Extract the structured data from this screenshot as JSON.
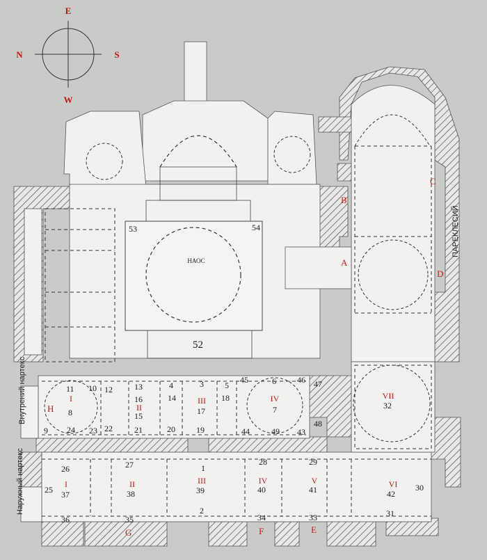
{
  "compass": {
    "north": "N",
    "south": "S",
    "east": "E",
    "west": "W"
  },
  "naos_label": "НАОС",
  "parekklesion_label": "ПАРЕКЛЕСИЙ",
  "inner_narthex_label": "Внутрений нартекс",
  "outer_narthex_label": "Наружный нартекс",
  "chapel_letters": [
    "A",
    "B",
    "C",
    "D",
    "E",
    "F",
    "G",
    "H"
  ],
  "inner_bays": [
    "I",
    "II",
    "III",
    "IV",
    "VII"
  ],
  "outer_bays": [
    "I",
    "II",
    "III",
    "IV",
    "V",
    "VI"
  ],
  "numbers": {
    "n1": "1",
    "n2": "2",
    "n3": "3",
    "n4": "4",
    "n5": "5",
    "n6": "6",
    "n7": "7",
    "n8": "8",
    "n9": "9",
    "n10": "10",
    "n11": "11",
    "n12": "12",
    "n13": "13",
    "n14": "14",
    "n15": "15",
    "n16": "16",
    "n17": "17",
    "n18": "18",
    "n19": "19",
    "n20": "20",
    "n21": "21",
    "n22": "22",
    "n23": "23",
    "n24": "24",
    "n25": "25",
    "n26": "26",
    "n27": "27",
    "n28": "28",
    "n29": "29",
    "n30": "30",
    "n31": "31",
    "n32": "32",
    "n33": "33",
    "n34": "34",
    "n35": "35",
    "n36": "36",
    "n37": "37",
    "n38": "38",
    "n39": "39",
    "n40": "40",
    "n41": "41",
    "n42": "42",
    "n43": "43",
    "n44": "44",
    "n45": "45",
    "n46": "46",
    "n47": "47",
    "n48": "48",
    "n49": "49",
    "n52": "52",
    "n53": "53",
    "n54": "54"
  }
}
